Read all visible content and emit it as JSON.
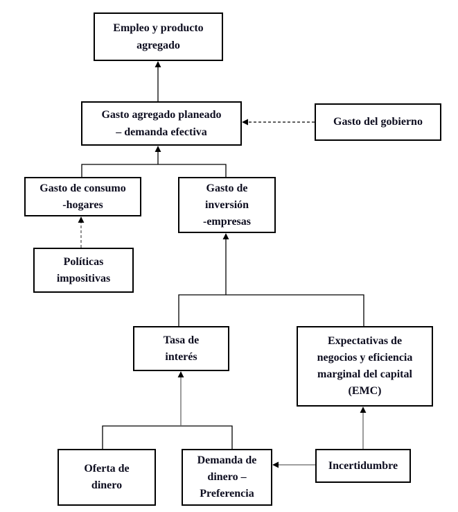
{
  "diagram": {
    "title": "",
    "nodes": {
      "empleo": {
        "label": "Empleo y producto\nagregado"
      },
      "agregado": {
        "label": "Gasto agregado planeado\n– demanda efectiva"
      },
      "gobierno": {
        "label": "Gasto del gobierno"
      },
      "consumo": {
        "label": "Gasto de consumo\n-hogares"
      },
      "inversion": {
        "label": "Gasto de\ninversión\n-empresas"
      },
      "politicas": {
        "label": "Políticas\nimpositivas"
      },
      "tasa": {
        "label": "Tasa de\ninterés"
      },
      "expectativas": {
        "label": "Expectativas de\nnegocios y eficiencia\nmarginal del capital\n(EMC)"
      },
      "oferta": {
        "label": "Oferta de\ndinero"
      },
      "demanda": {
        "label": "Demanda de\ndinero –\nPreferencia"
      },
      "incertidumbre": {
        "label": "Incertidumbre"
      }
    },
    "edges": [
      {
        "from": "agregado",
        "to": "empleo",
        "style": "solid"
      },
      {
        "from": "gobierno",
        "to": "agregado",
        "style": "dashed"
      },
      {
        "from": [
          "consumo",
          "inversion"
        ],
        "to": "agregado",
        "style": "solid",
        "kind": "merge"
      },
      {
        "from": "politicas",
        "to": "consumo",
        "style": "dashed"
      },
      {
        "from": [
          "tasa",
          "expectativas"
        ],
        "to": "inversion",
        "style": "solid",
        "kind": "merge"
      },
      {
        "from": [
          "oferta",
          "demanda"
        ],
        "to": "tasa",
        "style": "solid",
        "kind": "merge"
      },
      {
        "from": "incertidumbre",
        "to": "expectativas",
        "style": "solid"
      },
      {
        "from": "incertidumbre",
        "to": "demanda",
        "style": "solid"
      }
    ]
  }
}
